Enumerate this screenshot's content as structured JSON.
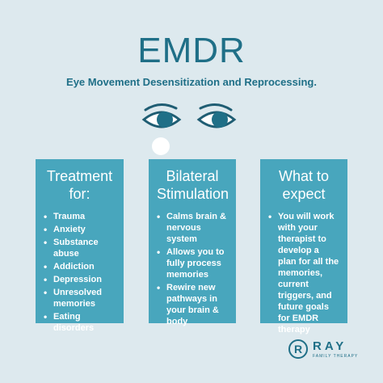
{
  "header": {
    "title": "EMDR",
    "subtitle": "Eye Movement Desensitization and Reprocessing."
  },
  "colors": {
    "background": "#dde9ee",
    "card": "#48a6bd",
    "accent": "#1f6f87"
  },
  "cards": [
    {
      "heading": "Treatment for:",
      "items": [
        "Trauma",
        "Anxiety",
        "Substance abuse",
        "Addiction",
        "Depression",
        "Unresolved memories",
        "Eating disorders"
      ]
    },
    {
      "heading": "Bilateral Stimulation",
      "items": [
        "Calms brain & nervous system",
        "Allows you to fully process memories",
        "Rewire new pathways in your brain & body"
      ]
    },
    {
      "heading": "What to expect",
      "items": [
        "You will work with your therapist to develop a plan for all the memories, current triggers, and future goals for EMDR therapy"
      ]
    }
  ],
  "logo": {
    "mark": "R",
    "name": "RAY",
    "tagline": "FAMILY THERAPY"
  }
}
